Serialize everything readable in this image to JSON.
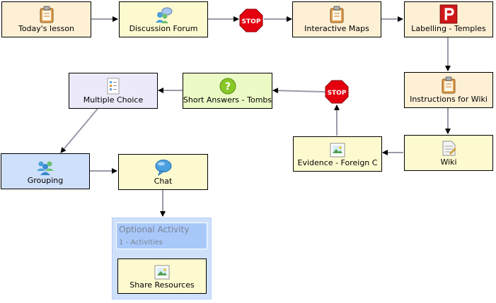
{
  "nodes": {
    "todays_lesson": {
      "label": "Today's lesson",
      "color": "#fdf0d5",
      "icon": "notebook-icon"
    },
    "discussion_forum": {
      "label": "Discussion Forum",
      "color": "#fdfad0",
      "icon": "forum-people-icon"
    },
    "interactive_maps": {
      "label": "Interactive Maps",
      "color": "#fdf0d5",
      "icon": "notebook-icon"
    },
    "labelling_temples": {
      "label": "Labelling - Temples",
      "color": "#fdf0d5",
      "icon": "p-logo-icon"
    },
    "instructions_wiki": {
      "label": "Instructions for Wiki",
      "color": "#fdf0d5",
      "icon": "notebook-icon"
    },
    "wiki": {
      "label": "Wiki",
      "color": "#fdfad0",
      "icon": "wiki-page-icon"
    },
    "evidence": {
      "label": "Evidence - Foreign C",
      "color": "#fdfad0",
      "icon": "image-icon"
    },
    "short_answers": {
      "label": "Short Answers - Tombs",
      "color": "#ecfac6",
      "icon": "question-icon"
    },
    "multiple_choice": {
      "label": "Multiple Choice",
      "color": "#eceafa",
      "icon": "checklist-icon"
    },
    "grouping": {
      "label": "Grouping",
      "color": "#cfe0fb",
      "icon": "group-people-icon"
    },
    "chat": {
      "label": "Chat",
      "color": "#fdfad0",
      "icon": "chat-bubble-icon"
    },
    "share_resources": {
      "label": "Share Resources",
      "color": "#fdfad0",
      "icon": "image-icon"
    }
  },
  "stops": {
    "label": "STOP",
    "color": "#e4000f"
  },
  "optional": {
    "title": "Optional Activity",
    "subtitle": "1 - Activities"
  },
  "colors": {
    "line": "#9a9aaa",
    "arrow": "#000000"
  }
}
